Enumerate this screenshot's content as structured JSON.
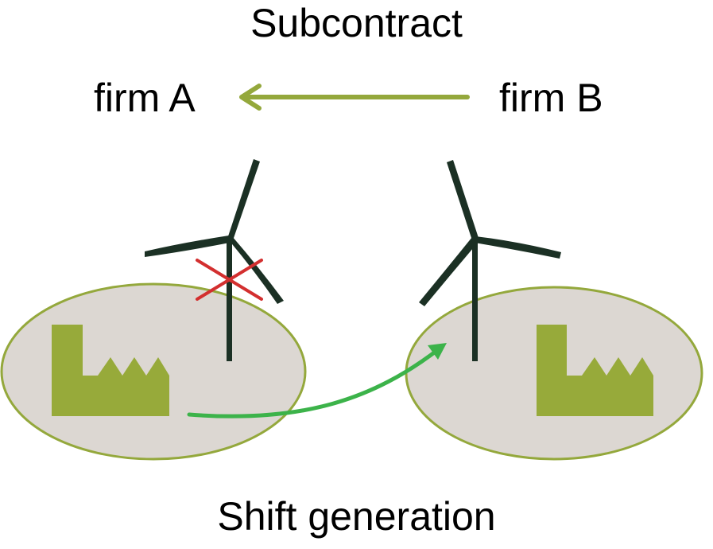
{
  "labels": {
    "top": "Subcontract",
    "firm_a": "firm A",
    "firm_b": "firm B",
    "bottom": "Shift generation"
  },
  "colors": {
    "olive": "#94a83c",
    "site_fill": "#dcd7d2",
    "site_stroke": "#94a83c",
    "factory": "#97aa3a",
    "turbine": "#1b3024",
    "cross": "#d32f2f",
    "shift_arrow": "#3cb34a"
  },
  "icons": {
    "turbine": "wind-turbine-icon",
    "factory": "factory-icon",
    "cross": "cross-icon"
  }
}
